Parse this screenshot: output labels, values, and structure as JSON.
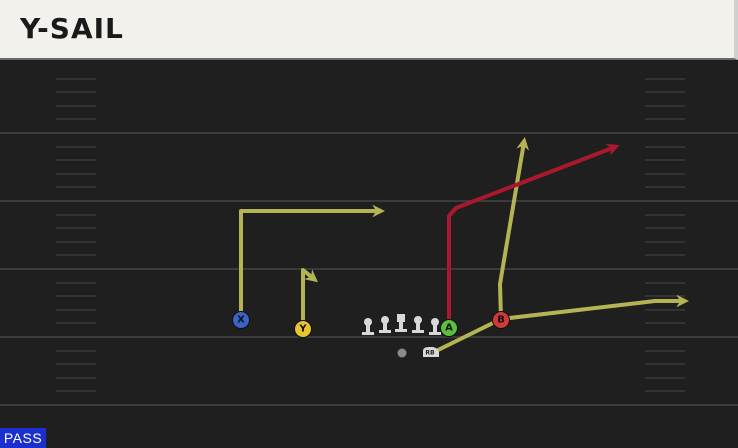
{
  "play": {
    "name": "Y-SAIL",
    "mode": "PASS"
  },
  "players": [
    {
      "id": "X",
      "button": "X",
      "color": "#3a64c8"
    },
    {
      "id": "Y",
      "button": "Y",
      "color": "#e8c431"
    },
    {
      "id": "A",
      "button": "A",
      "color": "#5bbf3e"
    },
    {
      "id": "B",
      "button": "B",
      "color": "#d23a3a"
    },
    {
      "id": "RB",
      "label": "RB"
    }
  ],
  "colors": {
    "route": "#b5b454",
    "primary_route": "#a8192e",
    "field": "#1f1f1f",
    "yard_line": "#3a3a3a",
    "mode_badge": "#1b2fd0"
  }
}
